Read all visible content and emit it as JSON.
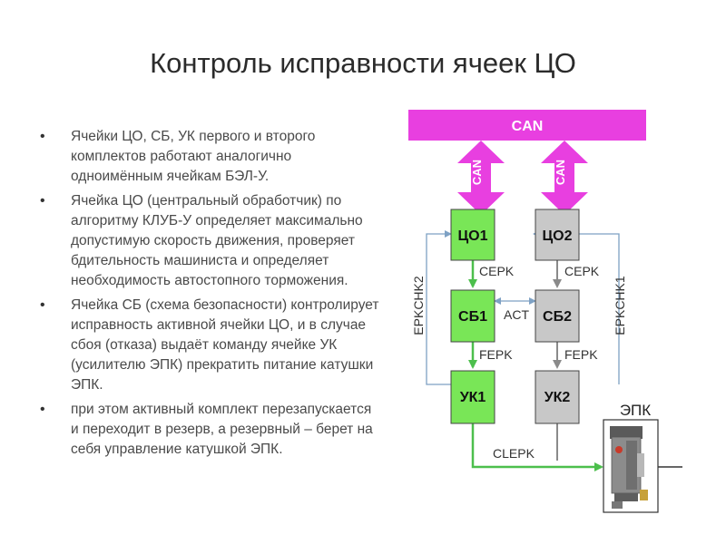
{
  "slide": {
    "title": "Контроль исправности ячеек ЦО",
    "bullets": [
      "Ячейки ЦО, СБ, УК первого и второго комплектов работают аналогично одноимённым ячейкам БЭЛ-У.",
      "Ячейка ЦО (центральный обработчик) по алгоритму КЛУБ-У определяет максимально допустимую скорость движения, проверяет бдительность машиниста и определяет необходимость автостопного торможения.",
      "Ячейка СБ (схема безопасности) контролирует исправность активной ячейки ЦО, и в случае сбоя (отказа) выдаёт команду ячейке УК (усилителю ЭПК) прекратить питание катушки ЭПК.",
      "при этом активный комплект перезапускается и переходит в резерв, а резервный – берет на себя управление катушкой ЭПК."
    ]
  },
  "diagram": {
    "bus_label": "CAN",
    "link_label_1": "CAN",
    "link_label_2": "CAN",
    "blocks": {
      "co1": "ЦО1",
      "co2": "ЦО2",
      "sb1": "СБ1",
      "sb2": "СБ2",
      "uk1": "УК1",
      "uk2": "УК2"
    },
    "signals": {
      "cerk_left": "CEPK",
      "cerk_right": "CEPK",
      "act": "ACT",
      "ferk_left": "FEPK",
      "ferk_right": "FEPK",
      "clerk": "CLEPK",
      "erkchk2": "EPKCHK2",
      "erkchk1": "EPKCHK1"
    },
    "epk_label": "ЭПК",
    "colors": {
      "bus": "#e83fe0",
      "active_block": "#79e657",
      "reserve_block": "#c8c8c8",
      "active_line": "#4cbf4c",
      "reserve_line": "#8a8a8a",
      "feedback_line": "#7ea1c4"
    }
  }
}
